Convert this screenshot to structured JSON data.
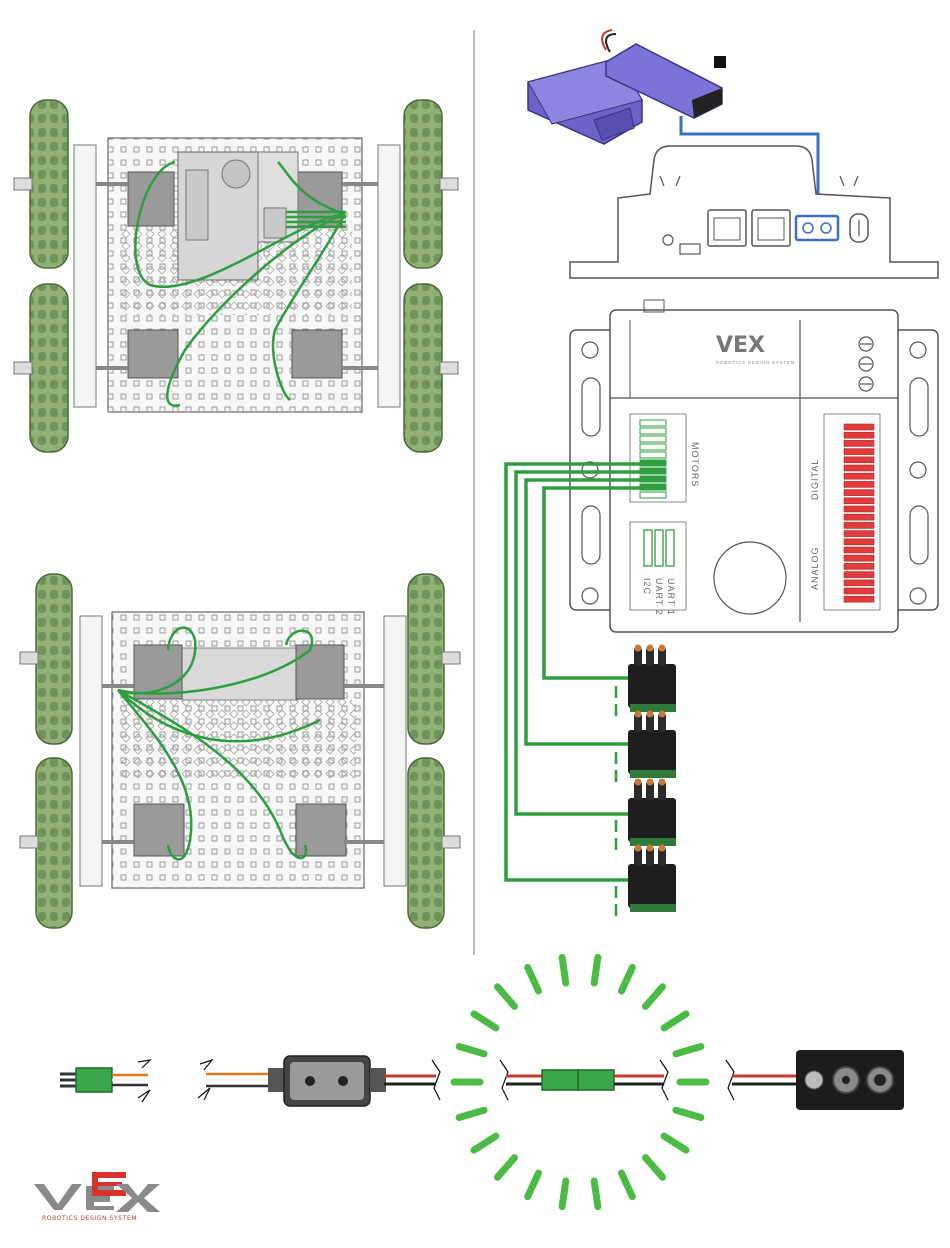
{
  "controller": {
    "brand": "VEX",
    "brand_subtitle": "ROBOTICS DESIGN SYSTEM",
    "port_labels": {
      "motors": "MOTORS",
      "digital": "DIGITAL",
      "analog": "ANALOG",
      "uart1": "UART 1",
      "uart2": "UART 2",
      "i2c": "I2C"
    }
  },
  "logo": {
    "text": "VEX",
    "subtitle": "ROBOTICS DESIGN SYSTEM"
  },
  "colors": {
    "wire_green": "#2e9e3e",
    "wire_blue": "#3a6fc4",
    "battery_purple": "#6a63c8",
    "wheel_green": "#86a96a",
    "port_red": "#e23b3b",
    "logo_red": "#d8322d",
    "logo_gray": "#8a8a8a"
  }
}
